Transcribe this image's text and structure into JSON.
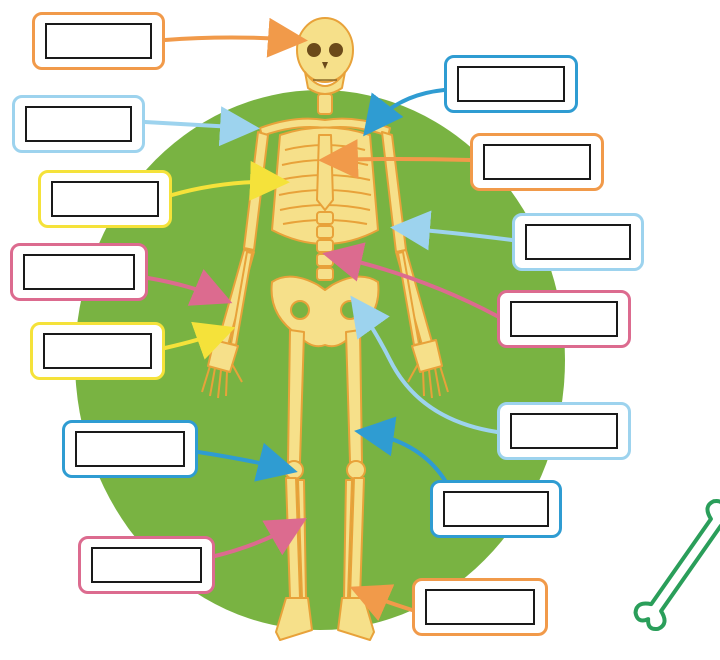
{
  "colors": {
    "background_circle": "#79b342",
    "bone": "#f6e08a",
    "bone_outline": "#e8a23a",
    "orange": "#f19a4a",
    "light_blue": "#9dd3ee",
    "yellow": "#f5e23a",
    "pink": "#dc6b8f",
    "blue": "#2f9cd2",
    "bone_icon_green": "#2a9e5a"
  },
  "labels": [
    {
      "id": "skull",
      "value": "",
      "color": "orange"
    },
    {
      "id": "shoulder",
      "value": "",
      "color": "light_blue"
    },
    {
      "id": "upper-arm",
      "value": "",
      "color": "yellow"
    },
    {
      "id": "forearm",
      "value": "",
      "color": "pink"
    },
    {
      "id": "hand",
      "value": "",
      "color": "yellow"
    },
    {
      "id": "kneecap",
      "value": "",
      "color": "blue"
    },
    {
      "id": "lower-leg",
      "value": "",
      "color": "pink"
    },
    {
      "id": "collarbone",
      "value": "",
      "color": "blue"
    },
    {
      "id": "sternum",
      "value": "",
      "color": "orange"
    },
    {
      "id": "elbow",
      "value": "",
      "color": "light_blue"
    },
    {
      "id": "spine",
      "value": "",
      "color": "pink"
    },
    {
      "id": "pelvis",
      "value": "",
      "color": "light_blue"
    },
    {
      "id": "thigh",
      "value": "",
      "color": "blue"
    },
    {
      "id": "ankle",
      "value": "",
      "color": "orange"
    }
  ]
}
